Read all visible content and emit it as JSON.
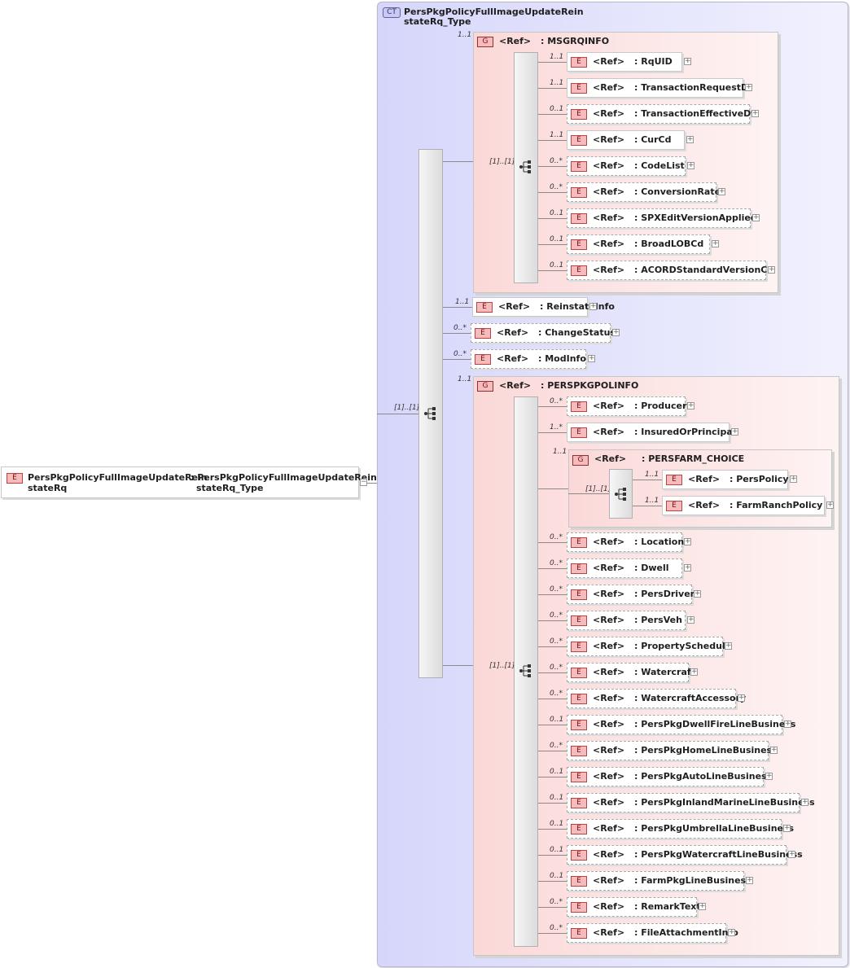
{
  "root": {
    "badge": "E",
    "name_line1": "PersPkgPolicyFullImageUpdateRein",
    "name_line2": "stateRq",
    "type_line1": ": PersPkgPolicyFullImageUpdateRein",
    "type_line2": "stateRq_Type",
    "collapse": "−"
  },
  "complex_type": {
    "badge": "CT",
    "name_line1": "PersPkgPolicyFullImageUpdateRein",
    "name_line2": "stateRq_Type"
  },
  "outer_sequence": {
    "cardinality": "[1]..[1]"
  },
  "msgrqinfo": {
    "badge": "G",
    "ref": "<Ref>",
    "name": ": MSGRQINFO",
    "cardinality": "1..1",
    "seq_cardinality": "[1]..[1]",
    "items": [
      {
        "card": "1..1",
        "badge": "E",
        "ref": "<Ref>",
        "name": ": RqUID"
      },
      {
        "card": "1..1",
        "badge": "E",
        "ref": "<Ref>",
        "name": ": TransactionRequestDt"
      },
      {
        "card": "0..1",
        "badge": "E",
        "ref": "<Ref>",
        "name": ": TransactionEffectiveDt"
      },
      {
        "card": "1..1",
        "badge": "E",
        "ref": "<Ref>",
        "name": ": CurCd"
      },
      {
        "card": "0..*",
        "badge": "E",
        "ref": "<Ref>",
        "name": ": CodeList"
      },
      {
        "card": "0..*",
        "badge": "E",
        "ref": "<Ref>",
        "name": ": ConversionRate"
      },
      {
        "card": "0..1",
        "badge": "E",
        "ref": "<Ref>",
        "name": ": SPXEditVersionApplied"
      },
      {
        "card": "0..1",
        "badge": "E",
        "ref": "<Ref>",
        "name": ": BroadLOBCd"
      },
      {
        "card": "0..1",
        "badge": "E",
        "ref": "<Ref>",
        "name": ": ACORDStandardVersionCd"
      }
    ]
  },
  "middle_items": [
    {
      "card": "1..1",
      "badge": "E",
      "ref": "<Ref>",
      "name": ": ReinstateInfo"
    },
    {
      "card": "0..*",
      "badge": "E",
      "ref": "<Ref>",
      "name": ": ChangeStatus"
    },
    {
      "card": "0..*",
      "badge": "E",
      "ref": "<Ref>",
      "name": ": ModInfo"
    }
  ],
  "perspkgpolinfo": {
    "badge": "G",
    "ref": "<Ref>",
    "name": ": PERSPKGPOLINFO",
    "cardinality": "1..1",
    "seq_cardinality": "[1]..[1]",
    "items_top": [
      {
        "card": "0..*",
        "badge": "E",
        "ref": "<Ref>",
        "name": ": Producer"
      },
      {
        "card": "1..*",
        "badge": "E",
        "ref": "<Ref>",
        "name": ": InsuredOrPrincipal"
      }
    ],
    "persfarm_choice": {
      "badge": "G",
      "ref": "<Ref>",
      "name": ": PERSFARM_CHOICE",
      "cardinality": "1..1",
      "choice_cardinality": "[1]..[1]",
      "items": [
        {
          "card": "1..1",
          "badge": "E",
          "ref": "<Ref>",
          "name": ": PersPolicy"
        },
        {
          "card": "1..1",
          "badge": "E",
          "ref": "<Ref>",
          "name": ": FarmRanchPolicy"
        }
      ]
    },
    "items_bottom": [
      {
        "card": "0..*",
        "badge": "E",
        "ref": "<Ref>",
        "name": ": Location"
      },
      {
        "card": "0..*",
        "badge": "E",
        "ref": "<Ref>",
        "name": ": Dwell"
      },
      {
        "card": "0..*",
        "badge": "E",
        "ref": "<Ref>",
        "name": ": PersDriver"
      },
      {
        "card": "0..*",
        "badge": "E",
        "ref": "<Ref>",
        "name": ": PersVeh"
      },
      {
        "card": "0..*",
        "badge": "E",
        "ref": "<Ref>",
        "name": ": PropertySchedule"
      },
      {
        "card": "0..*",
        "badge": "E",
        "ref": "<Ref>",
        "name": ": Watercraft"
      },
      {
        "card": "0..*",
        "badge": "E",
        "ref": "<Ref>",
        "name": ": WatercraftAccessory"
      },
      {
        "card": "0..1",
        "badge": "E",
        "ref": "<Ref>",
        "name": ": PersPkgDwellFireLineBusiness"
      },
      {
        "card": "0..*",
        "badge": "E",
        "ref": "<Ref>",
        "name": ": PersPkgHomeLineBusiness"
      },
      {
        "card": "0..1",
        "badge": "E",
        "ref": "<Ref>",
        "name": ": PersPkgAutoLineBusiness"
      },
      {
        "card": "0..1",
        "badge": "E",
        "ref": "<Ref>",
        "name": ": PersPkgInlandMarineLineBusiness"
      },
      {
        "card": "0..1",
        "badge": "E",
        "ref": "<Ref>",
        "name": ": PersPkgUmbrellaLineBusiness"
      },
      {
        "card": "0..1",
        "badge": "E",
        "ref": "<Ref>",
        "name": ": PersPkgWatercraftLineBusiness"
      },
      {
        "card": "0..1",
        "badge": "E",
        "ref": "<Ref>",
        "name": ": FarmPkgLineBusiness"
      },
      {
        "card": "0..*",
        "badge": "E",
        "ref": "<Ref>",
        "name": ": RemarkText"
      },
      {
        "card": "0..*",
        "badge": "E",
        "ref": "<Ref>",
        "name": ": FileAttachmentInfo"
      }
    ]
  }
}
